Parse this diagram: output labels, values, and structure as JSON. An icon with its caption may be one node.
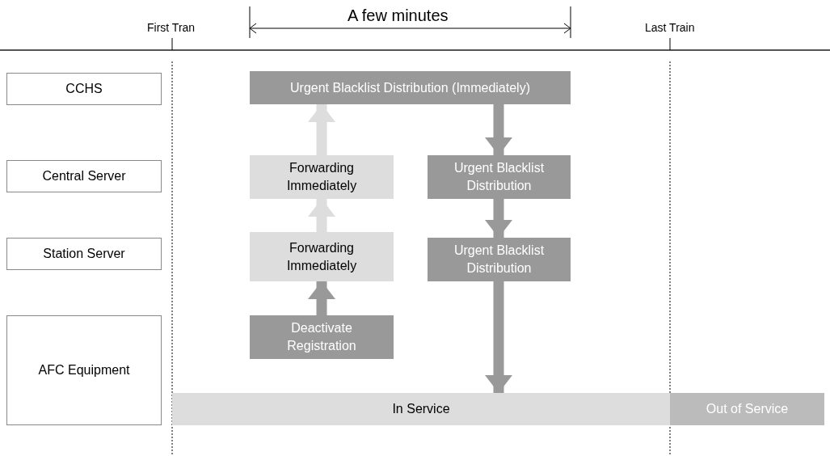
{
  "diagram": {
    "nodes": [
      {
        "text": [
          "CCHS"
        ]
      },
      {
        "text": [
          "Central Server"
        ]
      },
      {
        "text": [
          "Station Server"
        ]
      },
      {
        "text": [
          "AFC Equipment"
        ]
      },
      {
        "text": [
          "Urgent Blacklist Distribution (Immediately)"
        ]
      },
      {
        "text": [
          "Forwarding Immediately"
        ]
      },
      {
        "text": [
          "Urgent Blacklist Distribution"
        ]
      },
      {
        "text": [
          "Forwarding Immediately"
        ]
      },
      {
        "text": [
          "Urgent Blacklist Distribution"
        ]
      },
      {
        "text": [
          "Deactivate Registration"
        ]
      },
      {
        "text": [
          "In Service"
        ]
      },
      {
        "text": [
          "Out of Service"
        ]
      }
    ],
    "edges": [
      {
        "from": 9,
        "to": 7,
        "arrow": "to"
      },
      {
        "from": 7,
        "to": 5,
        "arrow": "to",
        "color": "#dddddd"
      },
      {
        "from": 5,
        "to": 4,
        "arrow": "to",
        "color": "#dddddd"
      },
      {
        "from": 4,
        "to": 6,
        "arrow": "to"
      },
      {
        "from": 6,
        "to": 8,
        "arrow": "to"
      },
      {
        "from": 8,
        "to": 10,
        "arrow": "to"
      }
    ],
    "labels": [
      "First Tran",
      "A few minutes",
      "Last Train"
    ]
  }
}
